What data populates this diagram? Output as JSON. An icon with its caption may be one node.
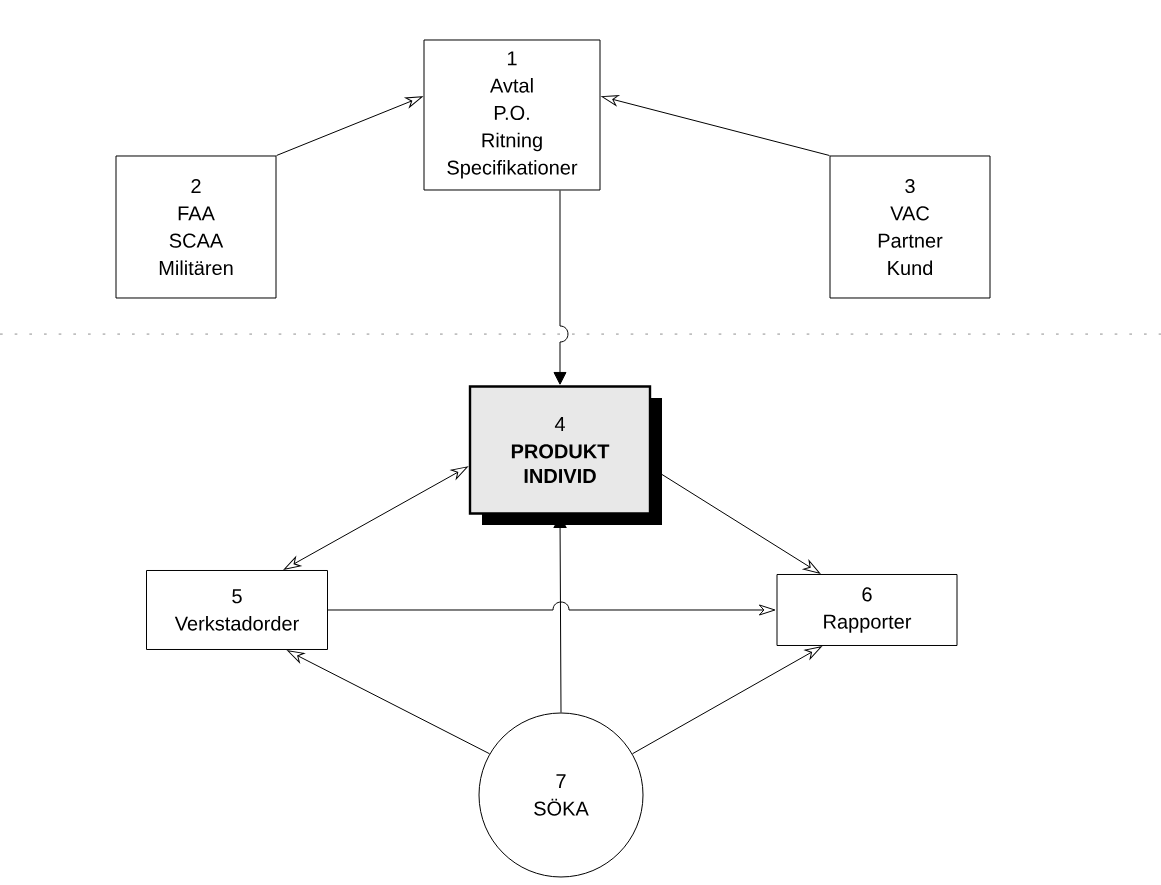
{
  "diagram": {
    "nodes": [
      {
        "text": [
          "1",
          "Avtal",
          "P.O.",
          "Ritning",
          "Specifikationer"
        ]
      },
      {
        "text": [
          "2",
          "FAA",
          "SCAA",
          "Militären"
        ]
      },
      {
        "text": [
          "3",
          "VAC",
          "Partner",
          "Kund"
        ]
      },
      {
        "text": [
          "4",
          "PRODUKT INDIVID"
        ]
      },
      {
        "text": [
          "5",
          "Verkstadorder"
        ]
      },
      {
        "text": [
          "6",
          "Rapporter"
        ]
      },
      {
        "text": [
          "7",
          "SÖKA"
        ]
      }
    ],
    "edges": [
      {
        "from": 1,
        "to": 0,
        "arrow": "to"
      },
      {
        "from": 2,
        "to": 0,
        "arrow": "to"
      },
      {
        "from": 0,
        "to": 3,
        "arrow": "to"
      },
      {
        "from": 3,
        "to": 4,
        "arrow": "both"
      },
      {
        "from": 3,
        "to": 5,
        "arrow": "to"
      },
      {
        "from": 4,
        "to": 5,
        "arrow": "to"
      },
      {
        "from": 6,
        "to": 4,
        "arrow": "to"
      },
      {
        "from": 6,
        "to": 5,
        "arrow": "to"
      },
      {
        "from": 6,
        "to": 3,
        "arrow": "to"
      }
    ]
  }
}
